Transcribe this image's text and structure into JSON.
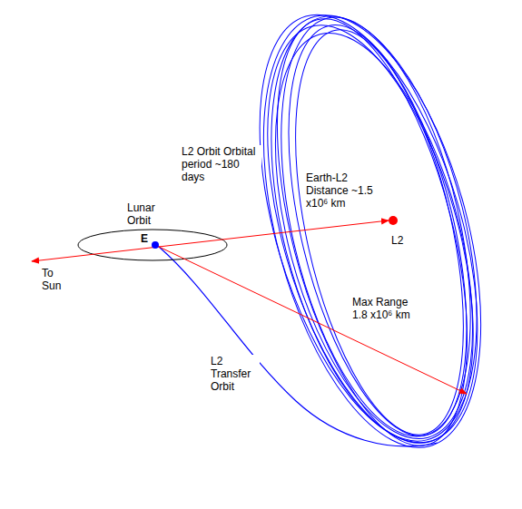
{
  "diagram": {
    "labels": [
      "L2 Orbit Orbital period ~180 days",
      "Lunar Orbit",
      "E",
      "To Sun",
      "Earth-L2 Distance ~1.5 x10⁶ km",
      "L2",
      "Max Range 1.8 x10⁶ km",
      "L2 Transfer Orbit"
    ]
  }
}
